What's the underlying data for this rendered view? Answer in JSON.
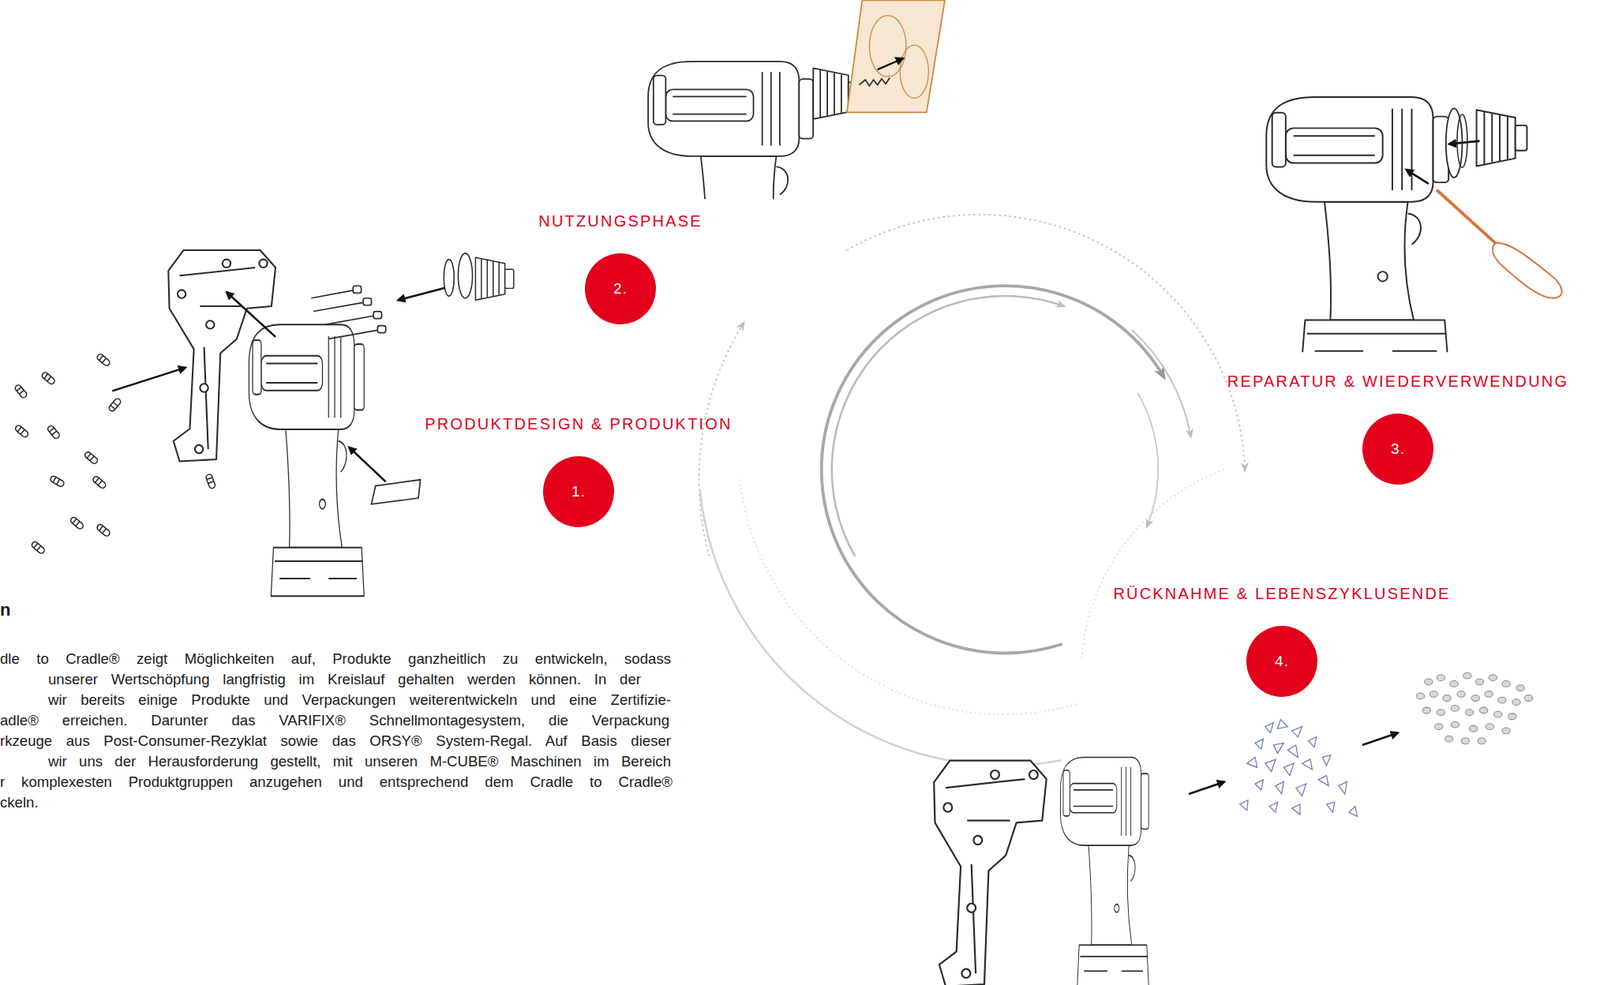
{
  "diagram": {
    "nodes": [
      {
        "text": [
          "PRODUKTDESIGN & PRODUKTION",
          "1."
        ]
      },
      {
        "text": [
          "NUTZUNGSPHASE",
          "2."
        ]
      },
      {
        "text": [
          "REPARATUR & WIEDERVERWENDUNG",
          "3."
        ]
      },
      {
        "text": [
          "RÜCKNAHME & LEBENSZYKLUSENDE",
          "4."
        ]
      }
    ],
    "labels": [
      "n",
      "dle to Cradle® zeigt Möglichkeiten auf, Produkte ganzheitlich zu entwickeln, sodass",
      "unserer Wertschöpfung langfristig im Kreislauf gehalten werden können. In der",
      "wir bereits einige Produkte und Verpackungen weiterentwickeln und eine Zertifizie-",
      "adle® erreichen. Darunter das VARIFIX® Schnellmontagesystem, die Verpackung",
      "rkzeuge aus Post-Consumer-Rezyklat sowie das ORSY® System-Regal. Auf Basis dieser",
      "wir uns der Herausforderung gestellt, mit unseren M-CUBE® Maschinen im Bereich",
      "r komplexesten Produktgruppen anzugehen und entsprechend dem Cradle to Cradle®",
      "ckeln."
    ]
  }
}
